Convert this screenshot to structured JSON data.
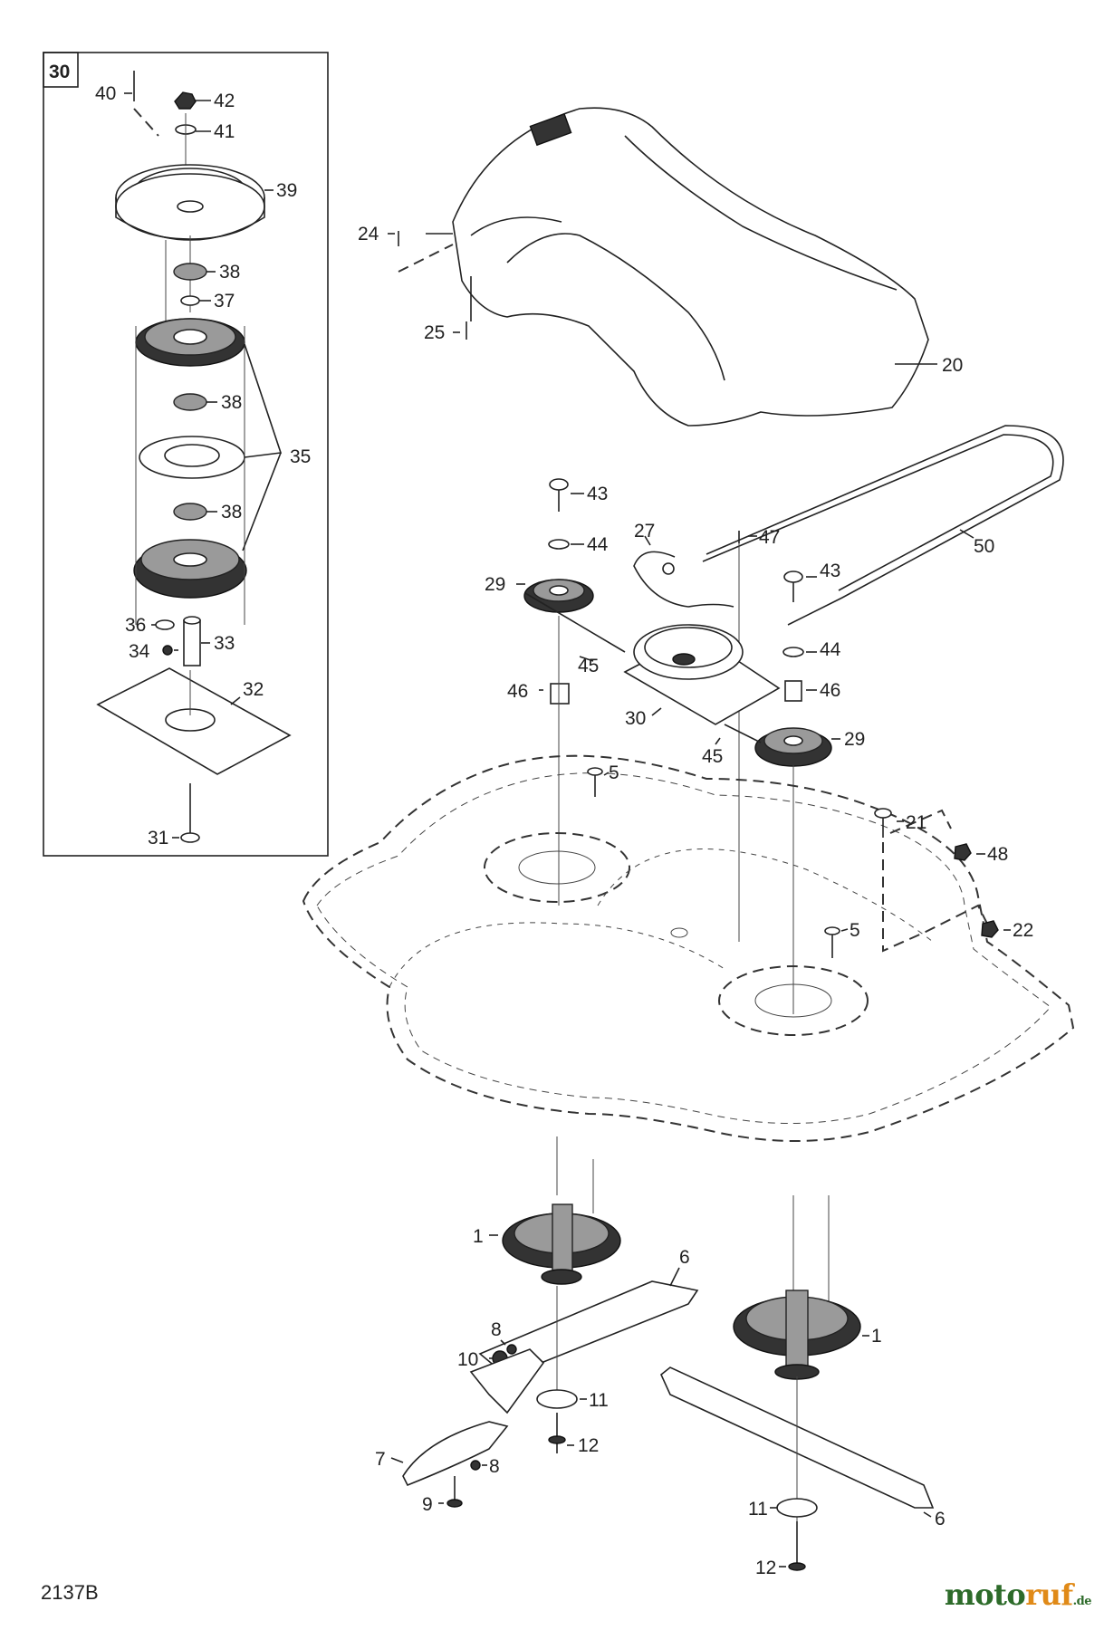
{
  "diagram_code": "2137B",
  "inset_label": "30",
  "logo": {
    "part1": "moto",
    "part2": "ruf",
    "suffix": ".de"
  },
  "callouts": [
    "40",
    "42",
    "41",
    "39",
    "38",
    "37",
    "38",
    "35",
    "38",
    "36",
    "34",
    "33",
    "32",
    "31",
    "24",
    "25",
    "20",
    "43",
    "44",
    "27",
    "47",
    "50",
    "29",
    "43",
    "44",
    "45",
    "46",
    "46",
    "30",
    "29",
    "45",
    "5",
    "21",
    "48",
    "5",
    "22",
    "1",
    "6",
    "8",
    "10",
    "11",
    "12",
    "7",
    "8",
    "9",
    "1",
    "11",
    "6",
    "12"
  ]
}
